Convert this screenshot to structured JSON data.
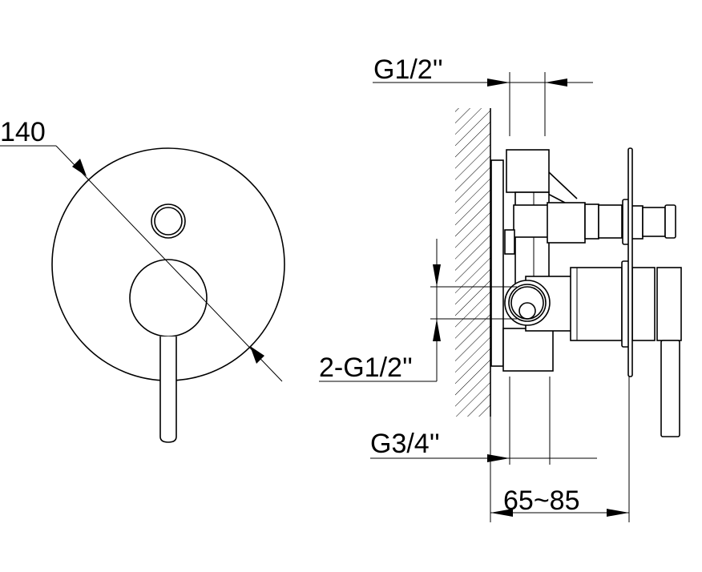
{
  "drawing": {
    "front_view": {
      "diameter_label": "140"
    },
    "side_view": {
      "inlet_label": "G1/2''",
      "outlet_label": "2-G1/2''",
      "thread_label": "G3/4''",
      "depth_label": "65~85"
    }
  }
}
